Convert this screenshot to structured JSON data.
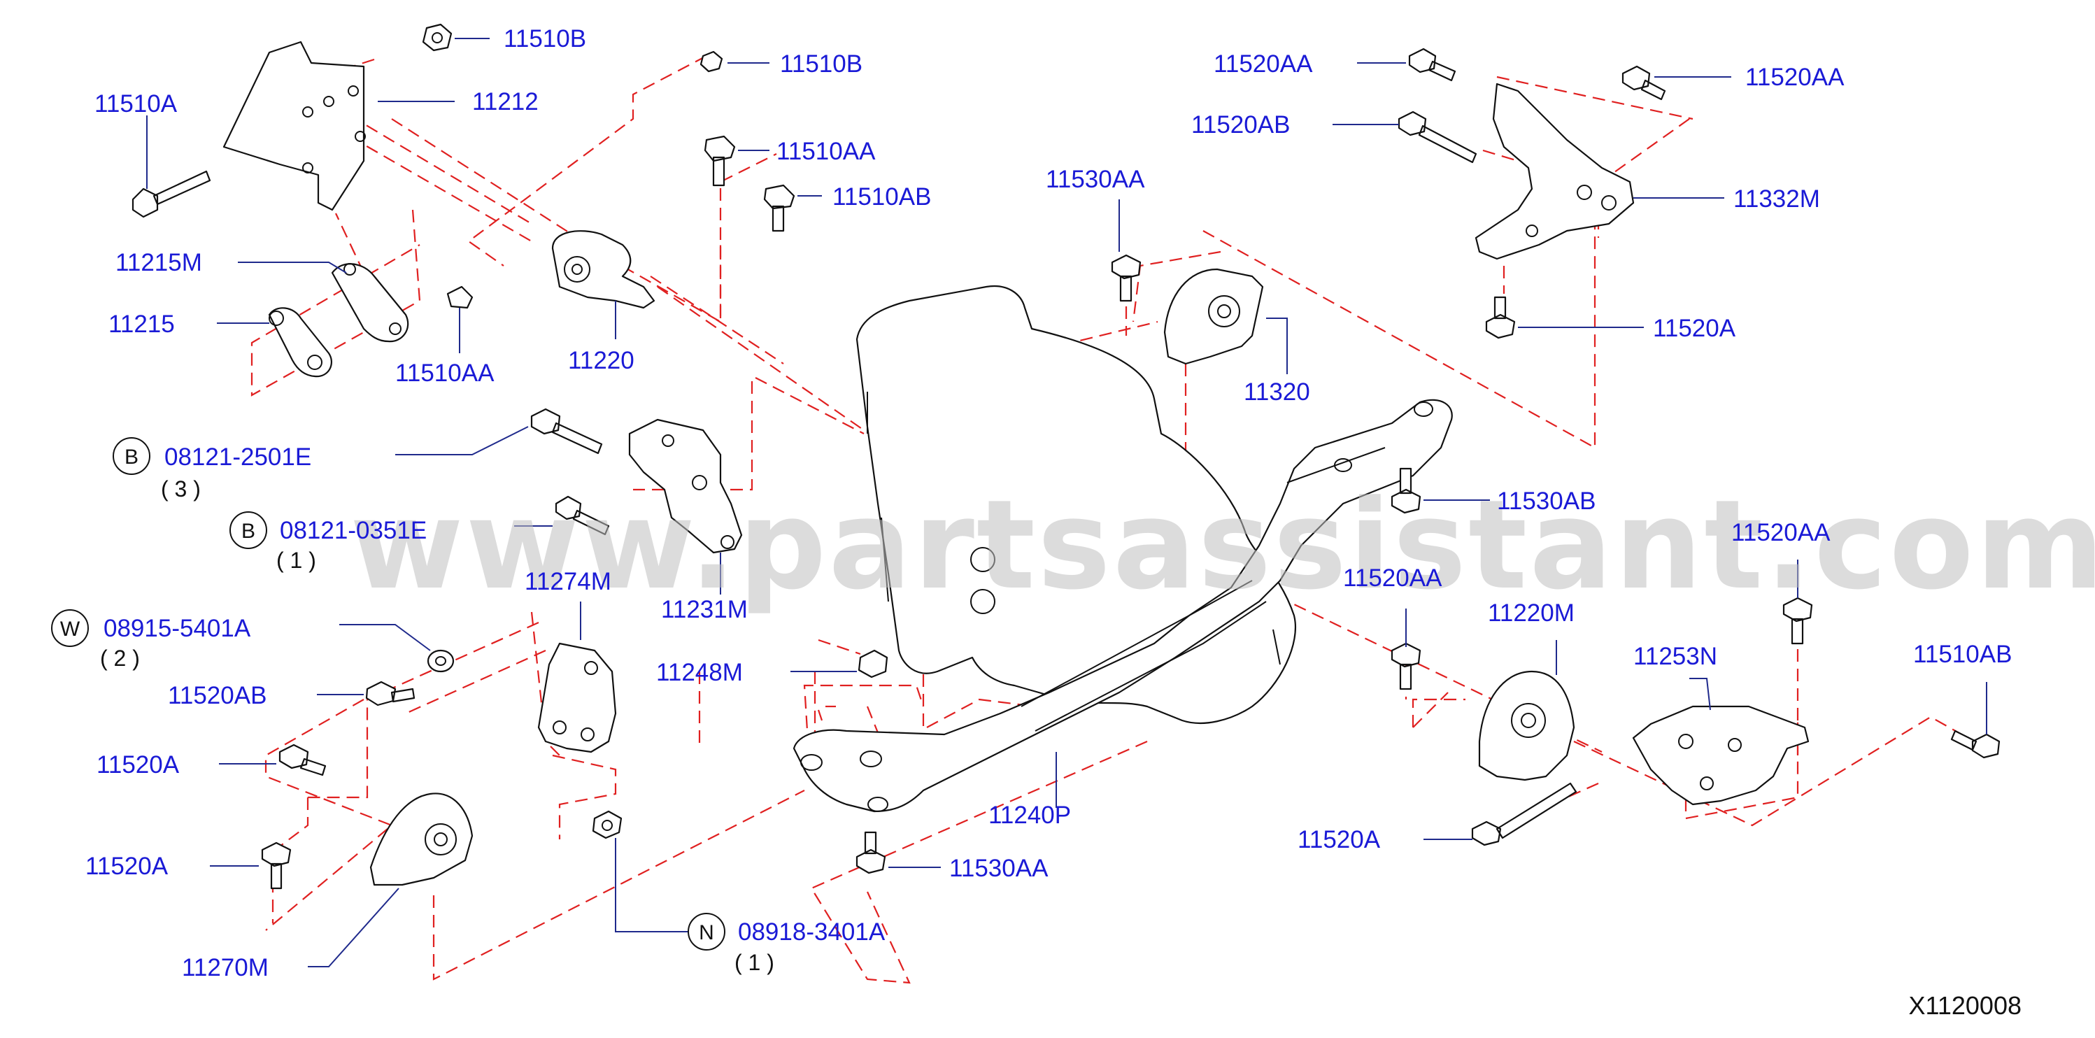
{
  "watermark": "www.partsassistant.com",
  "reference_code": "X1120008",
  "colors": {
    "label_text": "#1a1ad6",
    "leader": "#1f2a8c",
    "centerline": "#e02020",
    "parts": "#111111"
  },
  "callouts": {
    "c01": {
      "part": "11510B"
    },
    "c02": {
      "part": "11212"
    },
    "c03": {
      "part": "11510A"
    },
    "c04": {
      "part": "11510B"
    },
    "c05": {
      "part": "11510AA"
    },
    "c06": {
      "part": "11510AB"
    },
    "c07": {
      "part": "11215M"
    },
    "c08": {
      "part": "11215"
    },
    "c09": {
      "part": "11510AA"
    },
    "c10": {
      "part": "11220"
    },
    "c11": {
      "part": "08121-2501E",
      "symbol": "B",
      "qty": "( 3 )"
    },
    "c12": {
      "part": "08121-0351E",
      "symbol": "B",
      "qty": "( 1 )"
    },
    "c13": {
      "part": "11231M"
    },
    "c14": {
      "part": "11274M"
    },
    "c15": {
      "part": "08915-5401A",
      "symbol": "W",
      "qty": "( 2 )"
    },
    "c16": {
      "part": "11520AB"
    },
    "c17": {
      "part": "11520A"
    },
    "c18": {
      "part": "11520A"
    },
    "c19": {
      "part": "11270M"
    },
    "c20": {
      "part": "08918-3401A",
      "symbol": "N",
      "qty": "( 1 )"
    },
    "c21": {
      "part": "11248M"
    },
    "c22": {
      "part": "11240P"
    },
    "c23": {
      "part": "11530AA"
    },
    "c24": {
      "part": "11530AA"
    },
    "c25": {
      "part": "11320"
    },
    "c26": {
      "part": "11520AA"
    },
    "c27": {
      "part": "11520AA"
    },
    "c28": {
      "part": "11520AB"
    },
    "c29": {
      "part": "11332M"
    },
    "c30": {
      "part": "11520A"
    },
    "c31": {
      "part": "11530AB"
    },
    "c32": {
      "part": "11520AA"
    },
    "c33": {
      "part": "11520AA"
    },
    "c34": {
      "part": "11220M"
    },
    "c35": {
      "part": "11253N"
    },
    "c36": {
      "part": "11510AB"
    },
    "c37": {
      "part": "11520A"
    }
  }
}
